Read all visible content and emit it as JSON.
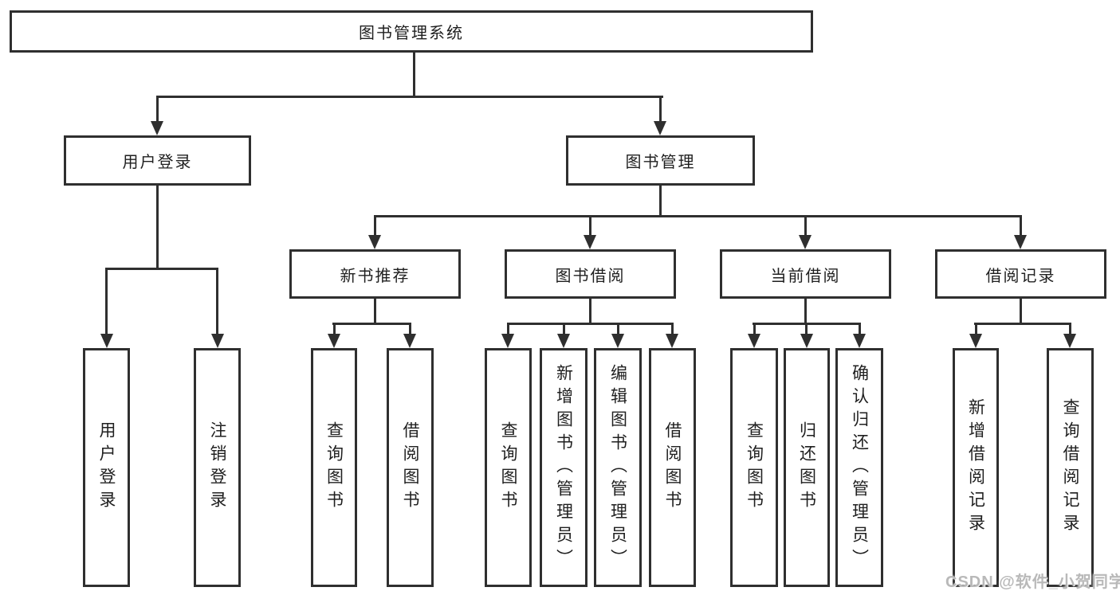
{
  "tree": {
    "root": {
      "label": "图书管理系统"
    },
    "branches": [
      {
        "label": "用户登录",
        "leaves": [
          "用户登录",
          "注销登录"
        ]
      },
      {
        "label": "图书管理",
        "groups": [
          {
            "label": "新书推荐",
            "leaves": [
              "查询图书",
              "借阅图书"
            ]
          },
          {
            "label": "图书借阅",
            "leaves": [
              "查询图书",
              "新增图书（管理员）",
              "编辑图书（管理员）",
              "借阅图书"
            ]
          },
          {
            "label": "当前借阅",
            "leaves": [
              "查询图书",
              "归还图书",
              "确认归还（管理员）"
            ]
          },
          {
            "label": "借阅记录",
            "leaves": [
              "新增借阅记录",
              "查询借阅记录"
            ]
          }
        ]
      }
    ]
  },
  "watermark": {
    "text": "CSDN @软件_小贺同学"
  },
  "colors": {
    "line": "#2f2f2f",
    "text": "#1f1f1f",
    "bg": "#ffffff",
    "watermark": "#b9b9b9"
  }
}
